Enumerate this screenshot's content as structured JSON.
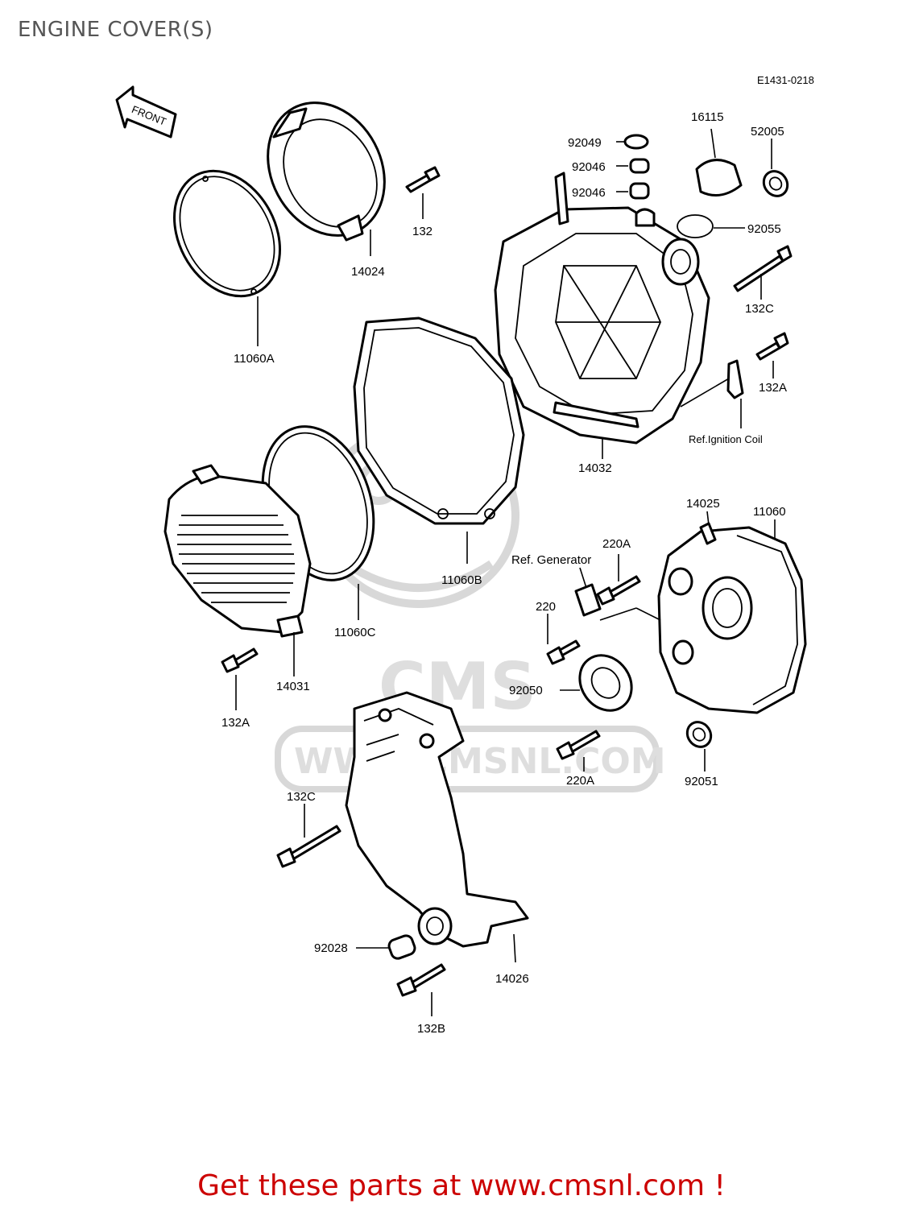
{
  "page": {
    "title": "ENGINE COVER(S)",
    "diagram_code": "E1431-0218",
    "footer": "Get these parts at www.cmsnl.com !"
  },
  "direction_arrow": {
    "label": "FRONT"
  },
  "watermark": {
    "brand": "CMS",
    "url": "WWW.CMSNL.COM"
  },
  "parts": {
    "p11060A": "11060A",
    "p14024": "14024",
    "p132_top": "132",
    "p92049": "92049",
    "p92046_a": "92046",
    "p92046_b": "92046",
    "p16115": "16115",
    "p52005": "52005",
    "p92055": "92055",
    "p132C_top": "132C",
    "p132A_right": "132A",
    "p14032": "14032",
    "p11060B": "11060B",
    "p11060C": "11060C",
    "p14031": "14031",
    "p132A_left": "132A",
    "p14025": "14025",
    "p11060": "11060",
    "p220A_top": "220A",
    "p220": "220",
    "p92050": "92050",
    "p220A_bottom": "220A",
    "p92051": "92051",
    "p132C_bottom": "132C",
    "p92028": "92028",
    "p14026": "14026",
    "p132B": "132B"
  },
  "references": {
    "ignition_coil": "Ref.Ignition Coil",
    "generator": "Ref. Generator"
  },
  "colors": {
    "footer": "#cc0000",
    "title": "#555555",
    "watermark": "#d8d8d8"
  }
}
